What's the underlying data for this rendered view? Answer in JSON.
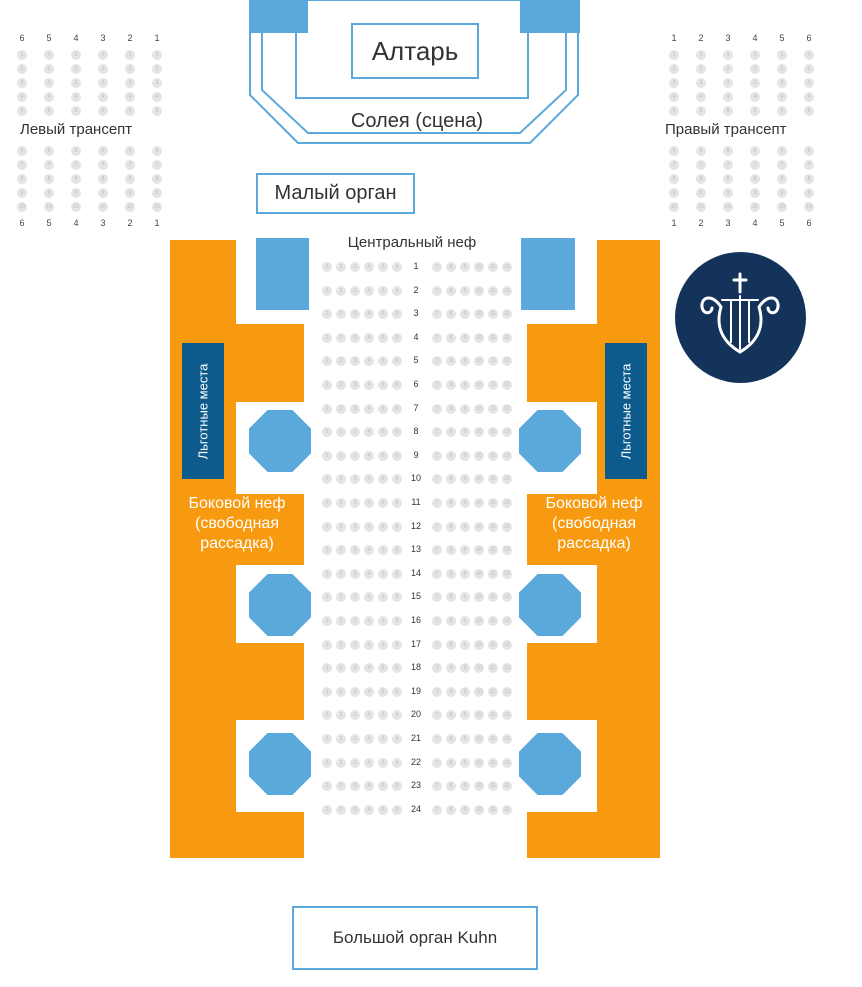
{
  "altar": {
    "label": "Алтарь"
  },
  "soleya": {
    "label": "Солея (сцена)"
  },
  "small_organ": {
    "label": "Малый орган"
  },
  "central_nave": {
    "label": "Центральный неф"
  },
  "big_organ": {
    "label": "Большой орган Kuhn"
  },
  "left_transept": {
    "label": "Левый трансепт",
    "top_header": [
      "6",
      "5",
      "4",
      "3",
      "2",
      "1"
    ],
    "bottom_header": [
      "6",
      "5",
      "4",
      "3",
      "2",
      "1"
    ],
    "upper_rows": [
      [
        "1",
        "1",
        "1",
        "1",
        "1",
        "1"
      ],
      [
        "2",
        "2",
        "2",
        "2",
        "2",
        "2"
      ],
      [
        "3",
        "3",
        "3",
        "3",
        "3",
        "3"
      ],
      [
        "4",
        "4",
        "4",
        "4",
        "4",
        "4"
      ],
      [
        "5",
        "5",
        "5",
        "5",
        "5",
        "5"
      ]
    ],
    "lower_rows": [
      [
        "6",
        "6",
        "6",
        "6",
        "6",
        "6"
      ],
      [
        "7",
        "7",
        "7",
        "7",
        "7",
        "7"
      ],
      [
        "8",
        "8",
        "8",
        "8",
        "8",
        "8"
      ],
      [
        "9",
        "9",
        "9",
        "9",
        "9",
        "9"
      ],
      [
        "10",
        "10",
        "10",
        "10",
        "10",
        "10"
      ]
    ]
  },
  "right_transept": {
    "label": "Правый трансепт",
    "top_header": [
      "1",
      "2",
      "3",
      "4",
      "5",
      "6"
    ],
    "bottom_header": [
      "1",
      "2",
      "3",
      "4",
      "5",
      "6"
    ],
    "upper_rows": [
      [
        "1",
        "1",
        "1",
        "1",
        "1",
        "1"
      ],
      [
        "2",
        "2",
        "2",
        "2",
        "2",
        "2"
      ],
      [
        "3",
        "3",
        "3",
        "3",
        "3",
        "3"
      ],
      [
        "4",
        "4",
        "4",
        "4",
        "4",
        "4"
      ],
      [
        "5",
        "5",
        "5",
        "5",
        "5",
        "5"
      ]
    ],
    "lower_rows": [
      [
        "6",
        "6",
        "6",
        "6",
        "6",
        "6"
      ],
      [
        "7",
        "7",
        "7",
        "7",
        "7",
        "7"
      ],
      [
        "8",
        "8",
        "8",
        "8",
        "8",
        "8"
      ],
      [
        "9",
        "9",
        "9",
        "9",
        "9",
        "9"
      ],
      [
        "10",
        "10",
        "10",
        "10",
        "10",
        "10"
      ]
    ]
  },
  "side_naves": {
    "left_label_line1": "Боковой неф",
    "left_label_line2": "(свободная",
    "left_label_line3": "рассадка)",
    "right_label_line1": "Боковой неф",
    "right_label_line2": "(свободная",
    "right_label_line3": "рассадка)",
    "benefit_left": "Льготные места",
    "benefit_right": "Льготные места"
  },
  "nave": {
    "rows": [
      "1",
      "2",
      "3",
      "4",
      "5",
      "6",
      "7",
      "8",
      "9",
      "10",
      "11",
      "12",
      "13",
      "14",
      "15",
      "16",
      "17",
      "18",
      "19",
      "20",
      "21",
      "22",
      "23",
      "24"
    ],
    "left_seats": [
      "1",
      "2",
      "3",
      "4",
      "5",
      "6"
    ],
    "right_seats": [
      "7",
      "8",
      "9",
      "10",
      "11",
      "12"
    ]
  },
  "logo": {
    "name": "lyre-cross-logo"
  },
  "colors": {
    "orange": "#f89a10",
    "blue": "#5aa8dc",
    "dark_blue": "#0d5b8c",
    "navy": "#14335a",
    "seat": "#e4e4e4"
  }
}
